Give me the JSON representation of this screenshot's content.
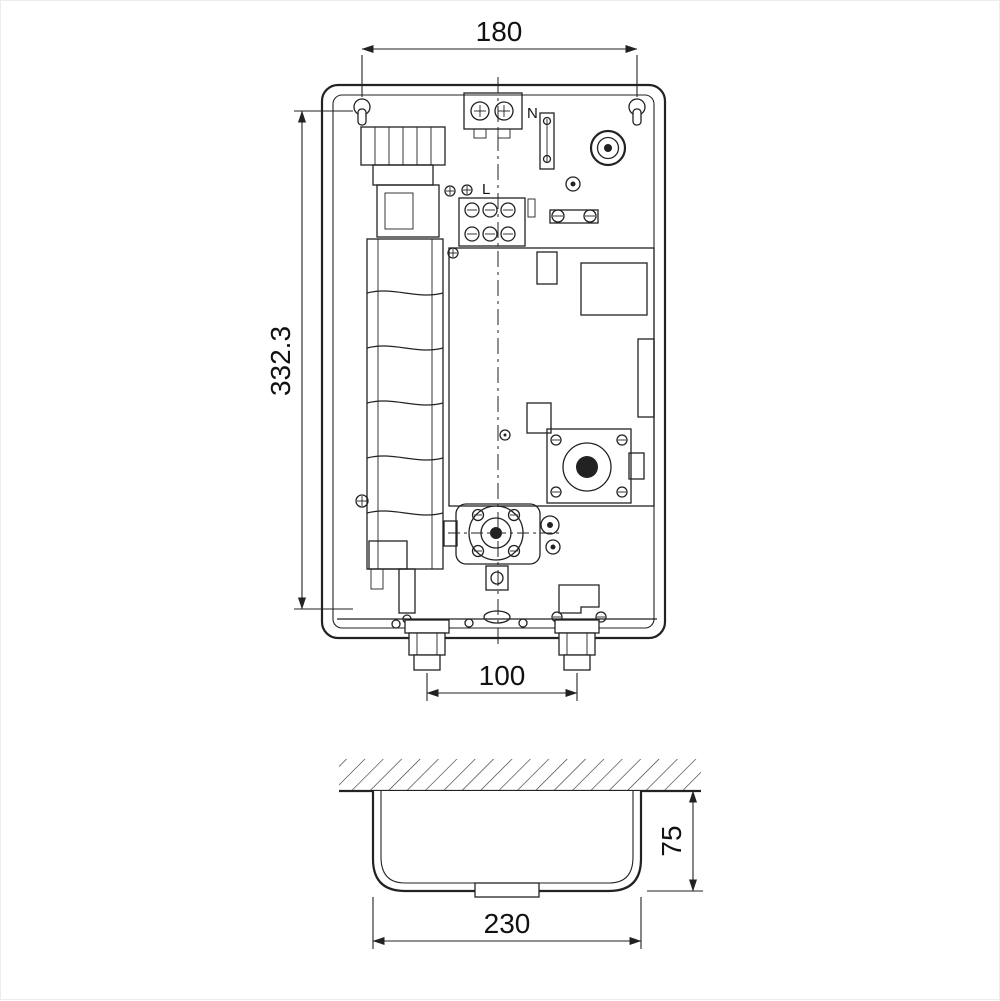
{
  "page": {
    "background": "#ffffff",
    "line_color": "#222222"
  },
  "front_view": {
    "dim_width_top": "180",
    "dim_height": "332.3",
    "dim_pipe_spacing": "100",
    "label_neutral": "N",
    "label_live": "L"
  },
  "side_view": {
    "dim_depth": "75",
    "dim_width": "230"
  }
}
